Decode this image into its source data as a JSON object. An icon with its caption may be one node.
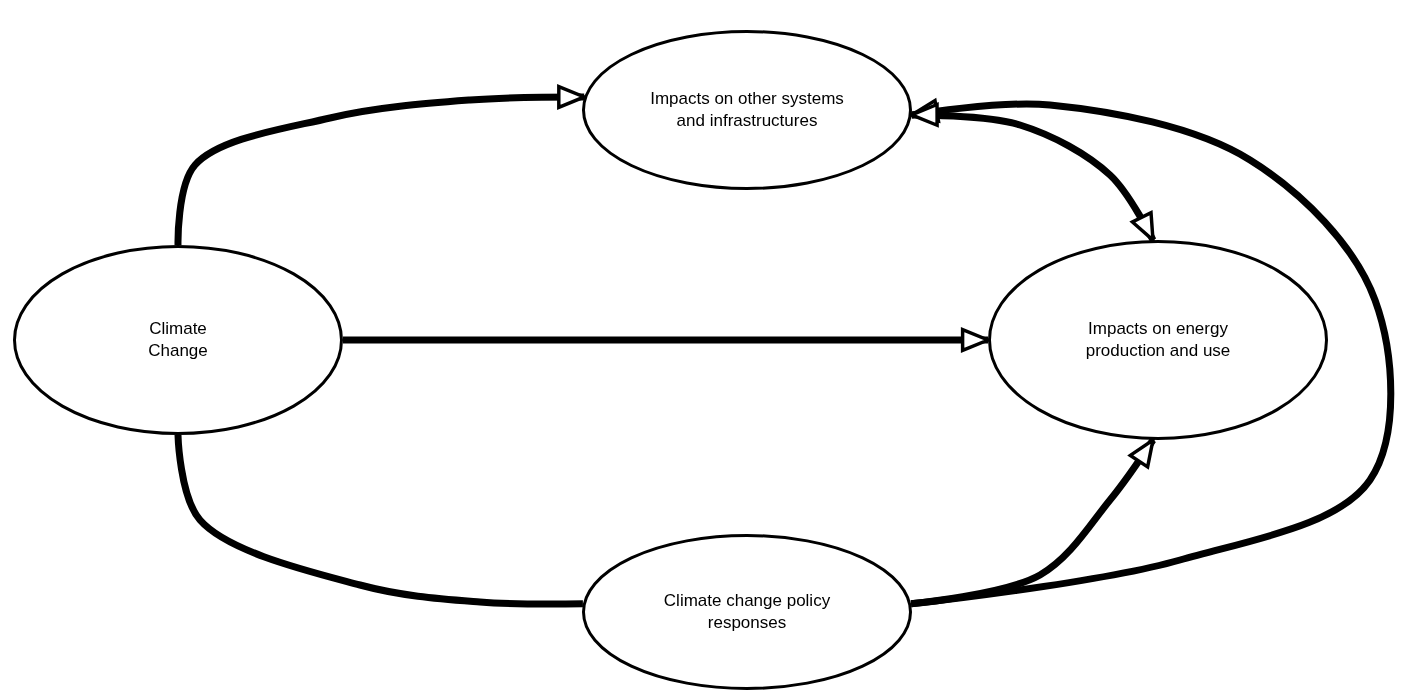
{
  "diagram": {
    "nodes": [
      {
        "text": [
          "Climate Change"
        ]
      },
      {
        "text": [
          "Impacts on other systems and infrastructures"
        ]
      },
      {
        "text": [
          "Impacts on energy production and use"
        ]
      },
      {
        "text": [
          "Climate change policy responses"
        ]
      }
    ],
    "edges": [
      {
        "from": 0,
        "to": 1,
        "arrow": "to"
      },
      {
        "from": 0,
        "to": 2,
        "arrow": "to"
      },
      {
        "from": 0,
        "to": 3,
        "arrow": "none"
      },
      {
        "from": 3,
        "to": 2,
        "arrow": "to"
      },
      {
        "from": 3,
        "to": 1,
        "arrow": "to"
      },
      {
        "from": 1,
        "to": 2,
        "arrow": "both"
      }
    ]
  }
}
